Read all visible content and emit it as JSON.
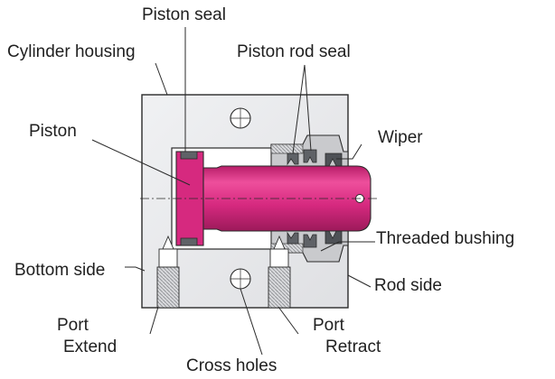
{
  "diagram": {
    "labels": {
      "piston_seal": "Piston seal",
      "cylinder_housing": "Cylinder housing",
      "piston_rod_seal": "Piston rod seal",
      "piston": "Piston",
      "wiper": "Wiper",
      "threaded_bushing": "Threaded bushing",
      "bottom_side": "Bottom side",
      "rod_side": "Rod side",
      "port_extend_1": "Port",
      "port_extend_2": "Extend",
      "port_retract_1": "Port",
      "port_retract_2": "Retract",
      "cross_holes": "Cross holes"
    },
    "colors": {
      "housing": "#e7e8ea",
      "piston": "#d6297f",
      "piston_dark": "#8f1a55",
      "seal": "#6b6e73",
      "outline": "#2a2a2a"
    }
  }
}
